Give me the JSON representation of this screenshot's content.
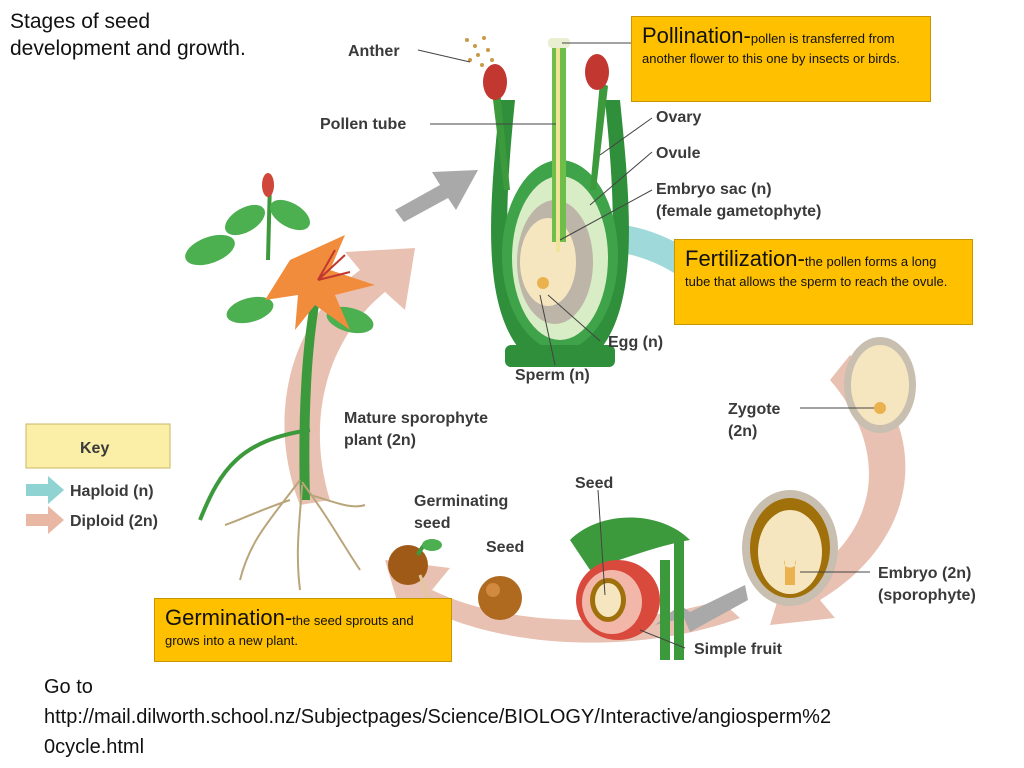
{
  "title_line1": "Stages of seed",
  "title_line2": "development and growth.",
  "callouts": {
    "pollination": {
      "heading": "Pollination-",
      "text": "pollen is transferred from another flower to this one by insects or birds."
    },
    "fertilization": {
      "heading": "Fertilization-",
      "text": "the pollen forms a long tube that allows the sperm to reach the ovule."
    },
    "germination": {
      "heading": "Germination-",
      "text": "the seed sprouts and grows into a new plant."
    }
  },
  "labels": {
    "anther": "Anther",
    "pollen_tube": "Pollen tube",
    "ovary": "Ovary",
    "ovule": "Ovule",
    "embryo_sac_1": "Embryo sac (n)",
    "embryo_sac_2": "(female gametophyte)",
    "egg": "Egg (n)",
    "sperm": "Sperm (n)",
    "mature_1": "Mature sporophyte",
    "mature_2": "plant (2n)",
    "zygote_1": "Zygote",
    "zygote_2": "(2n)",
    "seed_top": "Seed",
    "seed_mid": "Seed",
    "germinating_1": "Germinating",
    "germinating_2": "seed",
    "embryo_1": "Embryo (2n)",
    "embryo_2": "(sporophyte)",
    "simple_fruit": "Simple fruit"
  },
  "key": {
    "title": "Key",
    "haploid": "Haploid (n)",
    "diploid": "Diploid (2n)",
    "haploid_color": "#8fd3d3",
    "diploid_color": "#e8b8a4"
  },
  "colors": {
    "callout": "#ffc000",
    "cycle_arrow": "#e9c1b2",
    "haploid_band": "#9fd9d9",
    "stem": "#3c9a3c",
    "petal": "#f08c3c"
  },
  "footer_line1": "Go to",
  "footer_line2": "http://mail.dilworth.school.nz/Subjectpages/Science/BIOLOGY/Interactive/angiosperm%2",
  "footer_line3": "0cycle.html"
}
